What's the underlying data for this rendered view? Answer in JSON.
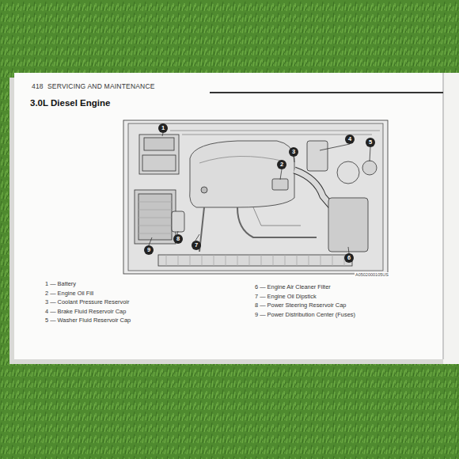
{
  "diagram": {
    "title": "3.0L Diesel Engine",
    "labels": [
      "418",
      "SERVICING AND MAINTENANCE",
      "1",
      "2",
      "3",
      "4",
      "5",
      "6",
      "7",
      "8",
      "9",
      "1 — Battery",
      "2 — Engine Oil Fill",
      "3 — Coolant Pressure Reservoir",
      "4 — Brake Fluid Reservoir Cap",
      "5 — Washer Fluid Reservoir Cap",
      "6 — Engine Air Cleaner Filter",
      "7 — Engine Oil Dipstick",
      "8 — Power Steering Reservoir Cap",
      "9 — Power Distribution Center (Fuses)",
      "A0502000105US"
    ]
  }
}
